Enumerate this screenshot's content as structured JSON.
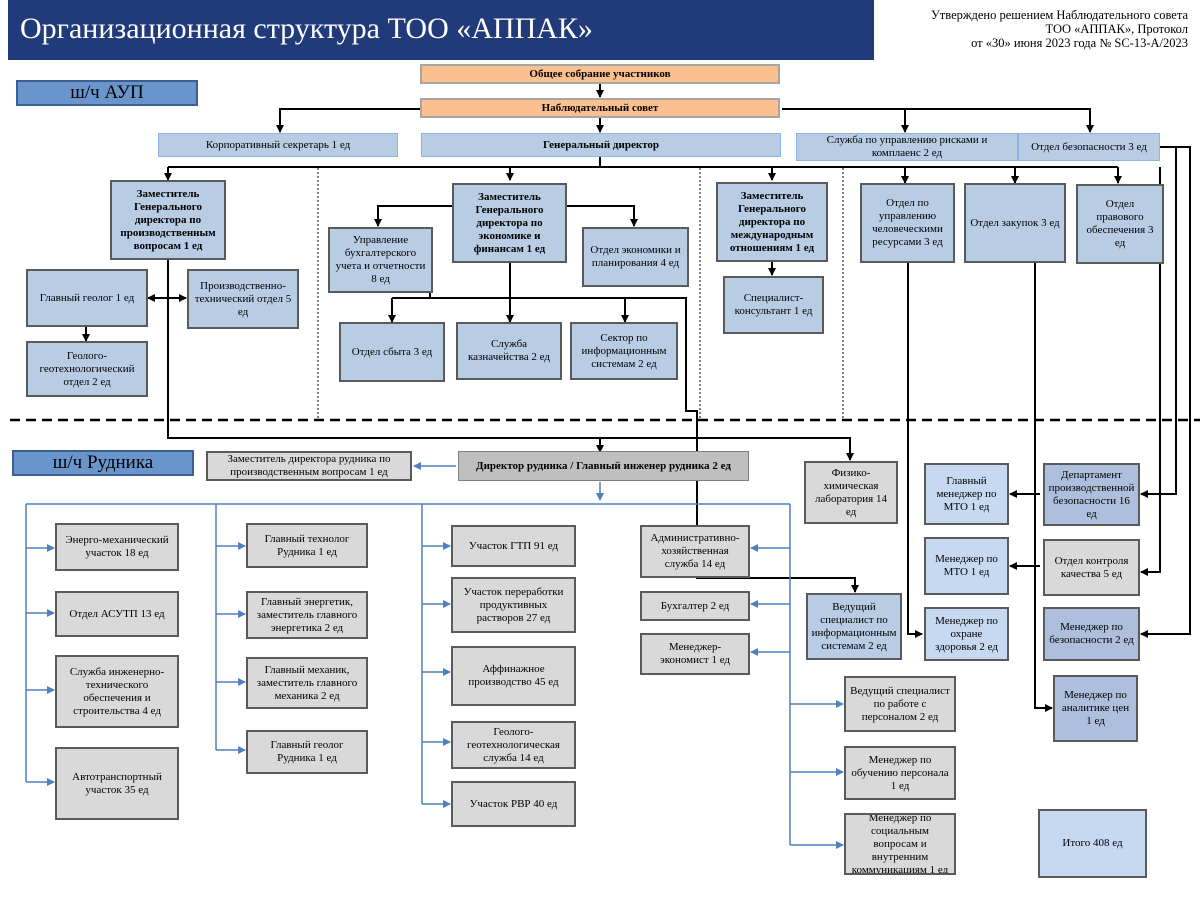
{
  "header": {
    "title": "Организационная структура ТОО «АППАК»",
    "approval_line1": "Утверждено решением Наблюдательного совета",
    "approval_line2": "ТОО «АППАК», Протокол",
    "approval_line3": "от «30» июня 2023 года № SC-13-A/2023"
  },
  "labels": {
    "aup": "ш/ч АУП",
    "mine": "ш/ч Рудника"
  },
  "top": {
    "general_meeting": "Общее собрание участников",
    "supervisory_board": "Наблюдательный совет",
    "general_director": "Генеральный директор",
    "corp_secretary": "Корпоративный секретарь 1 ед",
    "risk_service": "Служба по управлению рисками и комплаенс  2 ед",
    "security_dept": "Отдел безопасности 3 ед"
  },
  "production_deputy": {
    "title": "Заместитель Генерального директора по производственным вопросам 1 ед",
    "chief_geologist": "Главный геолог 1 ед",
    "production_tech": "Производственно-технический отдел 5 ед",
    "geo_dept": "Геолого-геотехнологический отдел  2 ед"
  },
  "finance_deputy": {
    "title": "Заместитель Генерального директора по экономике и финансам 1 ед",
    "accounting": "Управление бухгалтерского учета и отчетности 8 ед",
    "economics": "Отдел экономики и планирования 4 ед",
    "sales": "Отдел сбыта 3 ед",
    "treasury": "Служба казначейства 2 ед",
    "info_sector": "Сектор по информационным системам 2 ед"
  },
  "intl_deputy": {
    "title": "Заместитель Генерального директора по международным отношениям 1 ед",
    "specialist": "Специалист-консультант 1 ед"
  },
  "right_depts": {
    "hr": "Отдел по управлению человеческими ресурсами 3 ед",
    "procurement": "Отдел закупок 3 ед",
    "legal": "Отдел правового обеспечения 3 ед"
  },
  "mine": {
    "director": "Директор рудника / Главный инженер рудника 2 ед",
    "deputy": "Заместитель директора рудника по производственным вопросам 1 ед",
    "lab": "Физико-химическая лаборатория 14 ед",
    "col1": [
      "Энерго-механический участок 18 ед",
      "Отдел АСУТП 13 ед",
      "Служба инженерно-технического обеспечения и строительства 4 ед",
      "Автотранспортный участок 35 ед"
    ],
    "col2": [
      "Главный технолог Рудника 1 ед",
      "Главный энергетик, заместитель главного энергетика 2 ед",
      "Главный механик, заместитель главного механика 2 ед",
      "Главный геолог Рудника 1 ед"
    ],
    "col3": [
      "Участок ГТП 91 ед",
      "Участок переработки продуктивных растворов 27 ед",
      "Аффинажное производство 45 ед",
      "Геолого-геотехнологическая служба 14 ед",
      "Участок РВР 40 ед"
    ],
    "col4": [
      "Административно-хозяйственная служба 14 ед",
      "Бухгалтер 2 ед",
      "Менеджер-экономист 1 ед"
    ],
    "col5": [
      "Ведущий специалист по работе с персоналом 2 ед",
      "Менеджер по обучению персонала 1 ед",
      "Менеджер по социальным вопросам и внутренним коммуникациям 1 ед"
    ],
    "lead_is": "Ведущий специалист по информационным системам 2 ед",
    "mto_chief": "Главный менеджер по МТО 1 ед",
    "mto_mgr": "Менеджер по МТО  1 ед",
    "health_mgr": "Менеджер по охране здоровья 2 ед",
    "prod_security": "Департамент производственной безопасности 16 ед",
    "quality": "Отдел контроля качества 5 ед",
    "security_mgr": "Менеджер по безопасности 2 ед",
    "price_mgr": "Менеджер по аналитике цен 1 ед",
    "total": "Итого 408 ед"
  }
}
